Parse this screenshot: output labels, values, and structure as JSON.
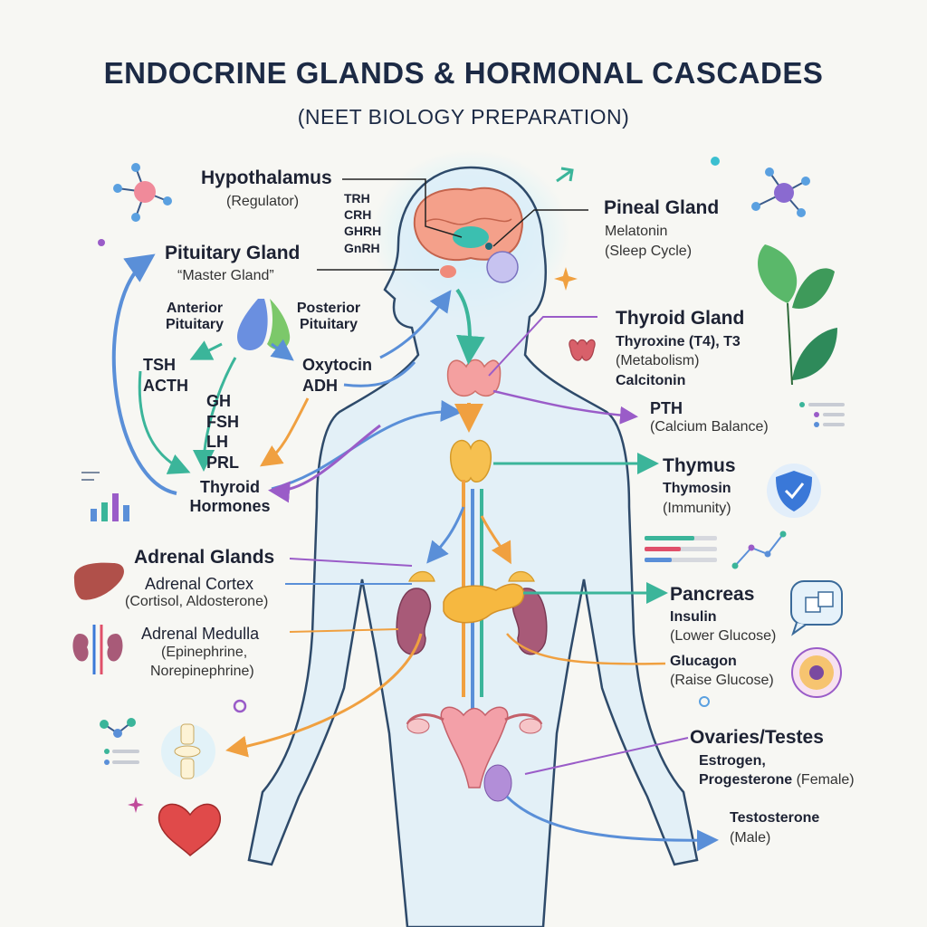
{
  "title": "ENDOCRINE GLANDS & HORMONAL CASCADES",
  "subtitle": "(NEET BIOLOGY PREPARATION)",
  "hypothalamus": {
    "name": "Hypothalamus",
    "role": "(Regulator)",
    "hormones": [
      "TRH",
      "CRH",
      "GHRH",
      "GnRH"
    ]
  },
  "pituitary": {
    "name": "Pituitary Gland",
    "role": "“Master Gland”",
    "anterior": "Anterior Pituitary",
    "posterior": "Posterior Pituitary",
    "anterior_hormones_a": [
      "TSH",
      "ACTH"
    ],
    "anterior_hormones_b": [
      "GH",
      "FSH",
      "LH",
      "PRL"
    ],
    "posterior_hormones": [
      "Oxytocin",
      "ADH"
    ],
    "target": "Thyroid Hormones"
  },
  "pineal": {
    "name": "Pineal Gland",
    "hormone": "Melatonin",
    "role": "(Sleep Cycle)"
  },
  "thyroid": {
    "name": "Thyroid Gland",
    "hormone": "Thyroxine (T4), T3",
    "role": "(Metabolism)",
    "hormone2": "Calcitonin"
  },
  "parathyroid": {
    "hormone": "PTH",
    "role": "(Calcium Balance)"
  },
  "thymus": {
    "name": "Thymus",
    "hormone": "Thymosin",
    "role": "(Immunity)"
  },
  "adrenal": {
    "name": "Adrenal Glands",
    "cortex": "Adrenal Cortex",
    "cortex_hormones": "(Cortisol, Aldosterone)",
    "medulla": "Adrenal Medulla",
    "medulla_hormones_1": "(Epinephrine,",
    "medulla_hormones_2": "Norepinephrine)"
  },
  "pancreas": {
    "name": "Pancreas",
    "hormone1": "Insulin",
    "role1": "(Lower Glucose)",
    "hormone2": "Glucagon",
    "role2": "(Raise Glucose)"
  },
  "gonads": {
    "name": "Ovaries/Testes",
    "female_1": "Estrogen,",
    "female_2": "Progesterone",
    "female_tag": "(Female)",
    "male": "Testosterone",
    "male_tag": "(Male)"
  },
  "colors": {
    "blue": "#5a8fd8",
    "green": "#3bb59a",
    "purple": "#9a5cc8",
    "orange": "#f0a040",
    "body": "#cfe6f5",
    "outline": "#2e4a6a"
  }
}
